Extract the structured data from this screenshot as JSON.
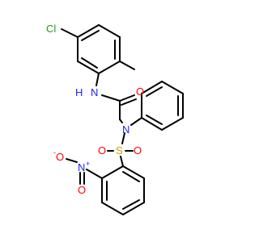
{
  "atoms": {
    "cl": "Cl",
    "nh_n": "N",
    "nh_h": "H",
    "carbonyl_o": "O",
    "sulfonamide_n": "N",
    "sulfonyl_s": "S",
    "sulfonyl_o1": "O",
    "sulfonyl_o2": "O",
    "nitro_n": "N",
    "nitro_n_charge": "+",
    "nitro_o1": "O",
    "nitro_o1_charge": "-",
    "nitro_o2": "O"
  },
  "colors": {
    "bond": "#000000",
    "chlorine": "#1fa01f",
    "nitrogen": "#2020ff",
    "oxygen": "#ff0000",
    "sulfur": "#c8a000"
  }
}
